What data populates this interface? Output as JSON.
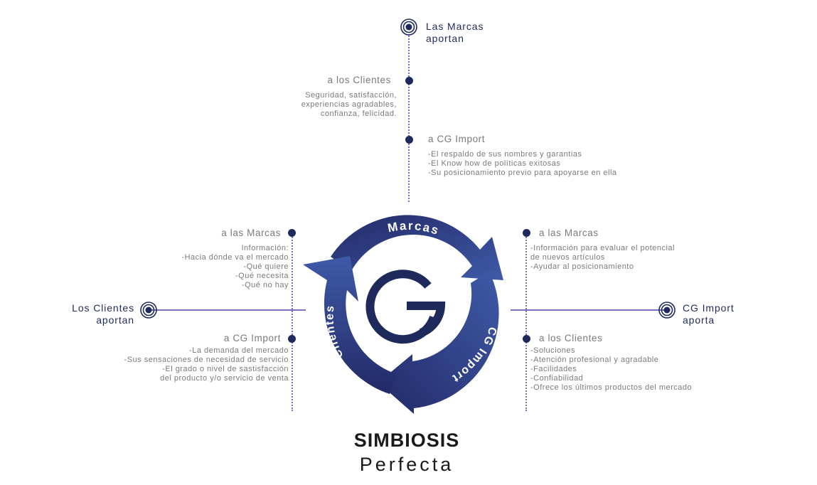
{
  "colors": {
    "navy": "#1f2a5c",
    "purple_line": "#7b6fc4",
    "text_gray": "#7a7a7a",
    "arrow_dark": "#222a66",
    "arrow_light": "#3f5aa8"
  },
  "icons": {
    "target": "target-icon",
    "logo": "cg-logo"
  },
  "top": {
    "heading": [
      "Las Marcas",
      "aportan"
    ],
    "clientes": {
      "label": "a los Clientes",
      "lines": [
        "Seguridad, satisfacción,",
        "experiencias agradables,",
        "confianza, felicidad."
      ]
    },
    "cg": {
      "label": "a CG Import",
      "lines": [
        "-El respaldo de sus nombres y garantias",
        "-El Know how de políticas exitosas",
        "-Su posicionamiento previo para apoyarse en ella"
      ]
    }
  },
  "left": {
    "heading": [
      "Los Clientes",
      "aportan"
    ],
    "marcas": {
      "label": "a las Marcas",
      "lines": [
        "Información:",
        "-Hacia dónde va el mercado",
        "-Qué quiere",
        "-Qué necesita",
        "-Qué no hay"
      ]
    },
    "cg": {
      "label": "a CG Import",
      "lines": [
        "-La demanda del mercado",
        "-Sus sensaciones de necesidad de servicio",
        "-El grado o nivel de sastisfacción",
        "del producto y/o servicio de venta"
      ]
    }
  },
  "right": {
    "heading": [
      "CG Import",
      "aporta"
    ],
    "marcas": {
      "label": "a las Marcas",
      "lines": [
        "-Información para evaluar el potencial",
        "de nuevos artículos",
        "-Ayudar al posicionamiento"
      ]
    },
    "clientes": {
      "label": "a los Clientes",
      "lines": [
        "-Soluciones",
        "-Atención profesional y agradable",
        "-Facilidades",
        "-Confiabilidad",
        "-Ofrece los últimos productos del mercado"
      ]
    }
  },
  "cycle": {
    "marcas": "Marcas",
    "cg": "CG Import",
    "clientes": "Clientes"
  },
  "title": {
    "main": "SIMBIOSIS",
    "sub": "Perfecta"
  }
}
